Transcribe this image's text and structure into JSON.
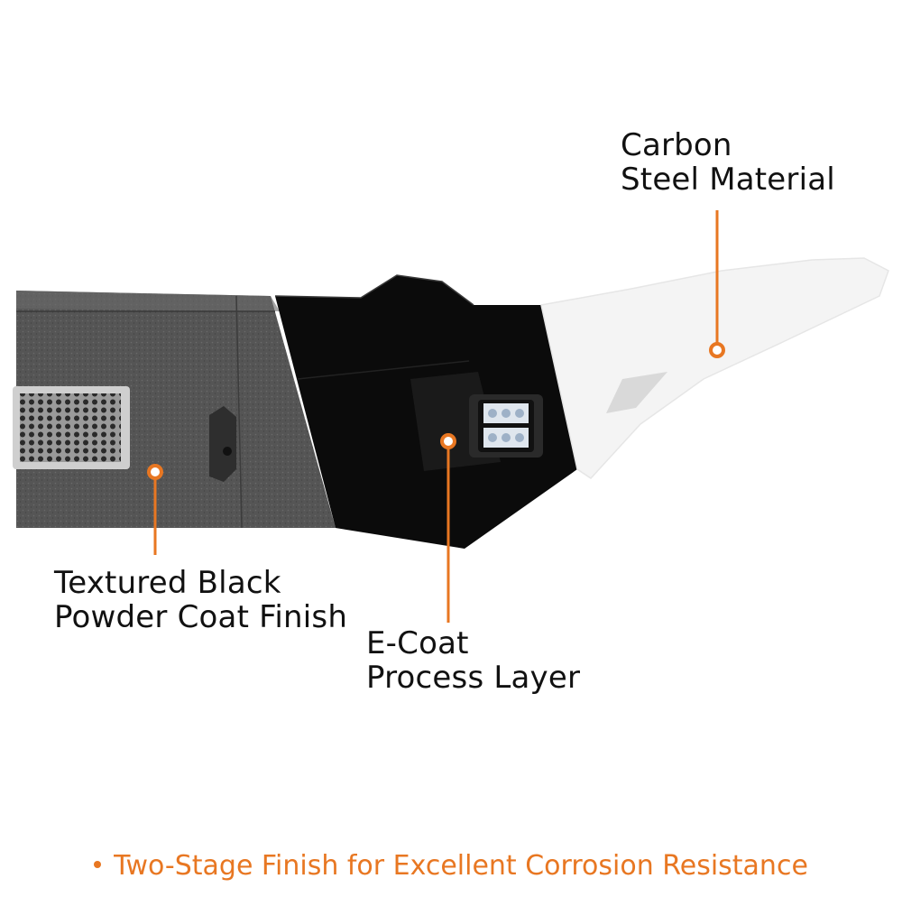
{
  "callouts": {
    "carbon": {
      "line1": "Carbon",
      "line2": "Steel Material"
    },
    "powder": {
      "line1": "Textured Black",
      "line2": "Powder Coat Finish"
    },
    "ecoat": {
      "line1": "E-Coat",
      "line2": "Process Layer"
    }
  },
  "footer": {
    "text": "Two-Stage Finish for Excellent Corrosion Resistance"
  },
  "colors": {
    "accent": "#e87722",
    "text": "#111111",
    "textured_gray": "#5a5a5a",
    "ecoat_black": "#0b0b0b",
    "raw_steel_white": "#f4f4f4"
  },
  "icons": [
    "light-pod-icon",
    "mesh-grille-icon",
    "callout-dot-icon"
  ]
}
